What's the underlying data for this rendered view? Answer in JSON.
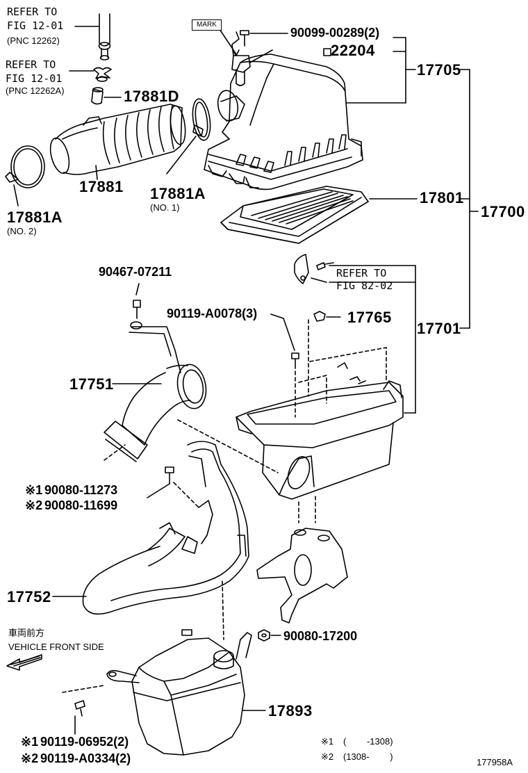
{
  "refs": {
    "ref1": {
      "line1": "REFER TO",
      "line2": "FIG 12-01",
      "line3": "(PNC 12262)"
    },
    "ref2": {
      "line1": "REFER TO",
      "line2": "FIG 12-01",
      "line3": "(PNC 12262A)"
    },
    "ref3": {
      "line1": "REFER TO",
      "line2": "FIG 82-02"
    }
  },
  "mark_label": "MARK",
  "parts": {
    "p90099": "90099-00289(2)",
    "p22204": "22204",
    "p17705": "17705",
    "p17881d": "17881D",
    "p17881": "17881",
    "p17881a1": "17881A",
    "p17881a1_note": "(NO. 1)",
    "p17881a2": "17881A",
    "p17881a2_note": "(NO. 2)",
    "p17801": "17801",
    "p17700": "17700",
    "p90467": "90467-07211",
    "p90119a": "90119-A0078(3)",
    "p17765": "17765",
    "p17701": "17701",
    "p17751": "17751",
    "p90080a_mark": "※1",
    "p90080a": "90080-11273",
    "p90080b_mark": "※2",
    "p90080b": "90080-11699",
    "p17752": "17752",
    "p90080c": "90080-17200",
    "p17893": "17893",
    "p90119b_mark": "※1",
    "p90119b": "90119-06952(2)",
    "p90119c_mark": "※2",
    "p90119c": "90119-A0334(2)"
  },
  "direction": {
    "jp": "車両前方",
    "en": "VEHICLE FRONT SIDE"
  },
  "notes": {
    "n1_mark": "※1",
    "n1_text": "(　　 -1308)",
    "n2_mark": "※2",
    "n2_text": "(1308-　　 )"
  },
  "figure_id": "177958A",
  "icons": [
    "front-direction-arrow-icon"
  ]
}
